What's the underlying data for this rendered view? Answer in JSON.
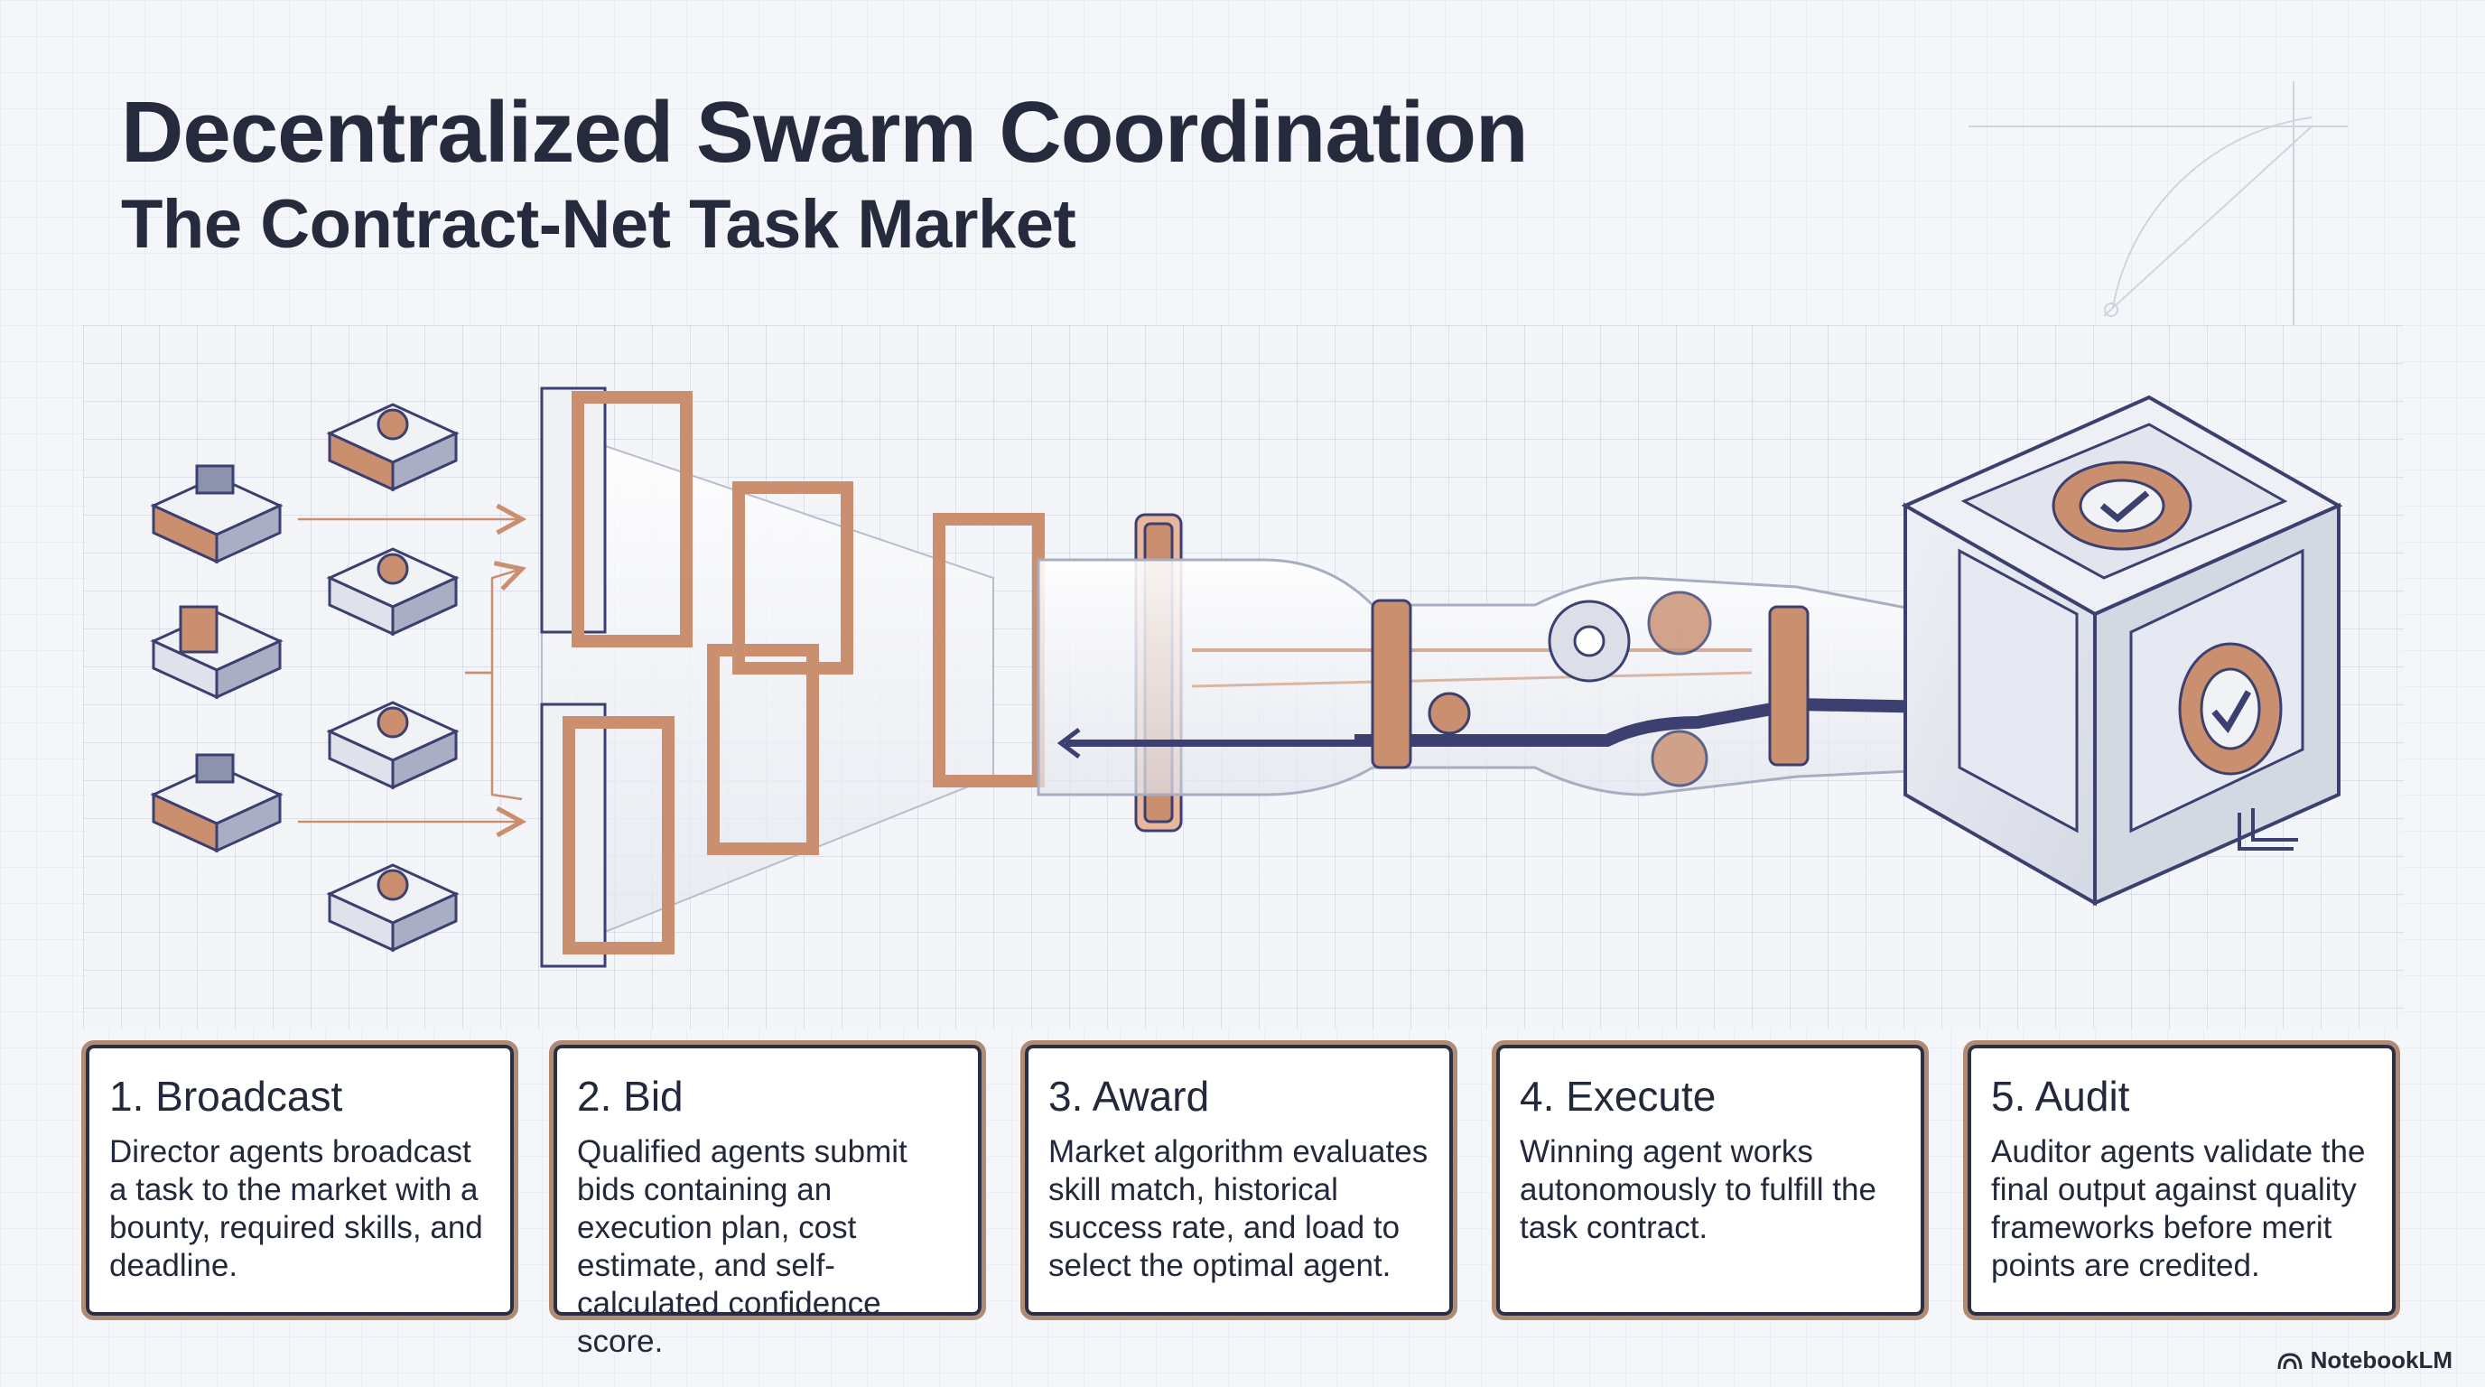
{
  "header": {
    "title": "Decentralized Swarm Coordination",
    "subtitle": "The Contract-Net Task Market"
  },
  "steps": [
    {
      "title": "1. Broadcast",
      "description": "Director agents broadcast a task to the market with a bounty, required skills, and deadline."
    },
    {
      "title": "2. Bid",
      "description": "Qualified agents submit bids containing an execution plan, cost estimate, and self-calculated confidence score."
    },
    {
      "title": "3. Award",
      "description": "Market algorithm evaluates skill match, historical success rate, and load to select the optimal agent."
    },
    {
      "title": "4. Execute",
      "description": "Winning agent works autonomously to fulfill the task contract."
    },
    {
      "title": "5. Audit",
      "description": "Auditor agents validate the final output against quality frameworks before merit points are credited."
    }
  ],
  "brand": {
    "label": "NotebookLM",
    "icon": "notebooklm-logo-icon"
  },
  "colors": {
    "copper": "#c98f6f",
    "navy": "#3b4070",
    "ink": "#252a3d",
    "card_border": "#b08a72"
  }
}
